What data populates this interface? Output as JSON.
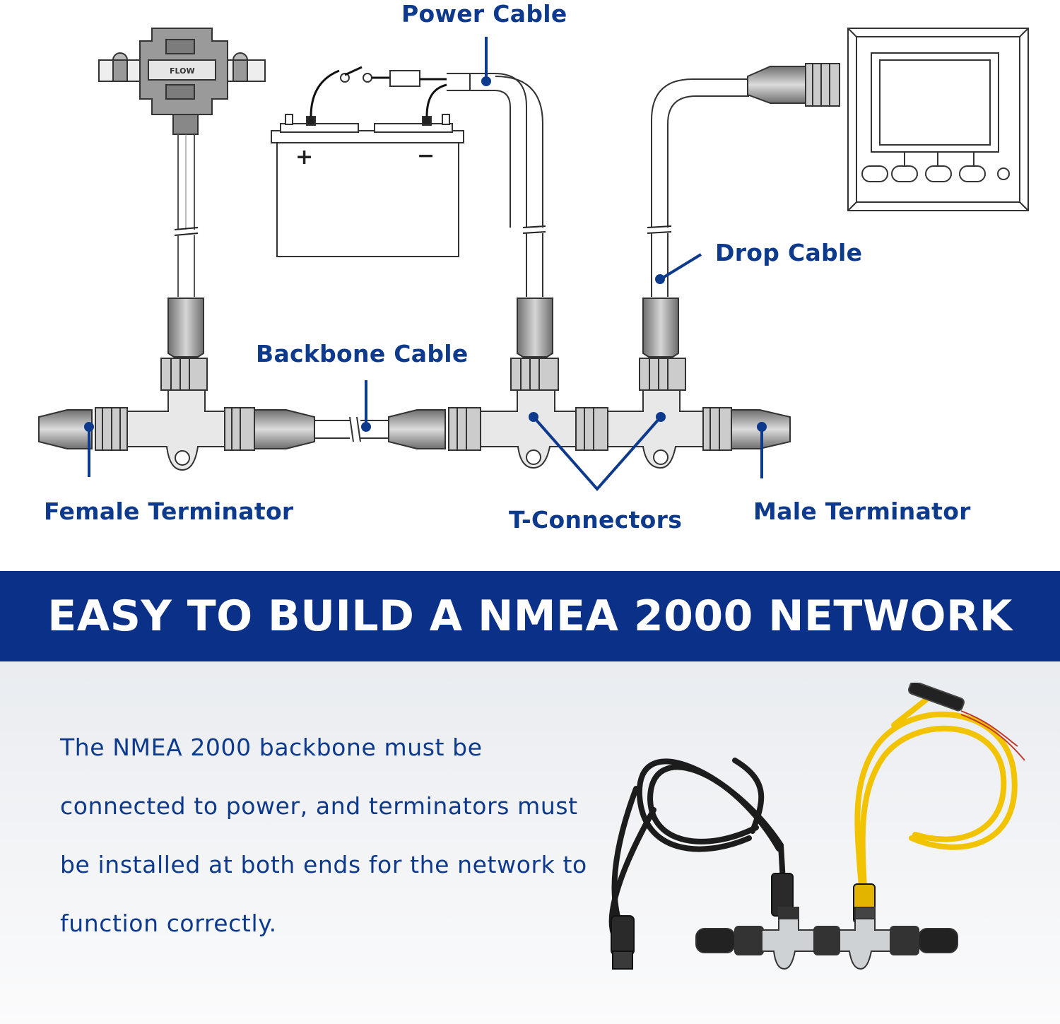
{
  "labels": {
    "power_cable": "Power Cable",
    "drop_cable": "Drop Cable",
    "backbone_cable": "Backbone Cable",
    "female_terminator": "Female Terminator",
    "t_connectors": "T-Connectors",
    "male_terminator": "Male Terminator"
  },
  "flow_text": "FLOW",
  "battery": {
    "plus": "+",
    "minus": "−"
  },
  "banner": {
    "title": "EASY TO BUILD A NMEA 2000 NETWORK"
  },
  "description": "The NMEA 2000 backbone must be connected to power, and terminators must be installed at both ends for the network to function correctly.",
  "colors": {
    "accent": "#0b3088",
    "label": "#0d3a8c",
    "line_art": "#4a4a4a",
    "cable_black": "#1c1c1c",
    "cable_yellow": "#f2c300"
  }
}
